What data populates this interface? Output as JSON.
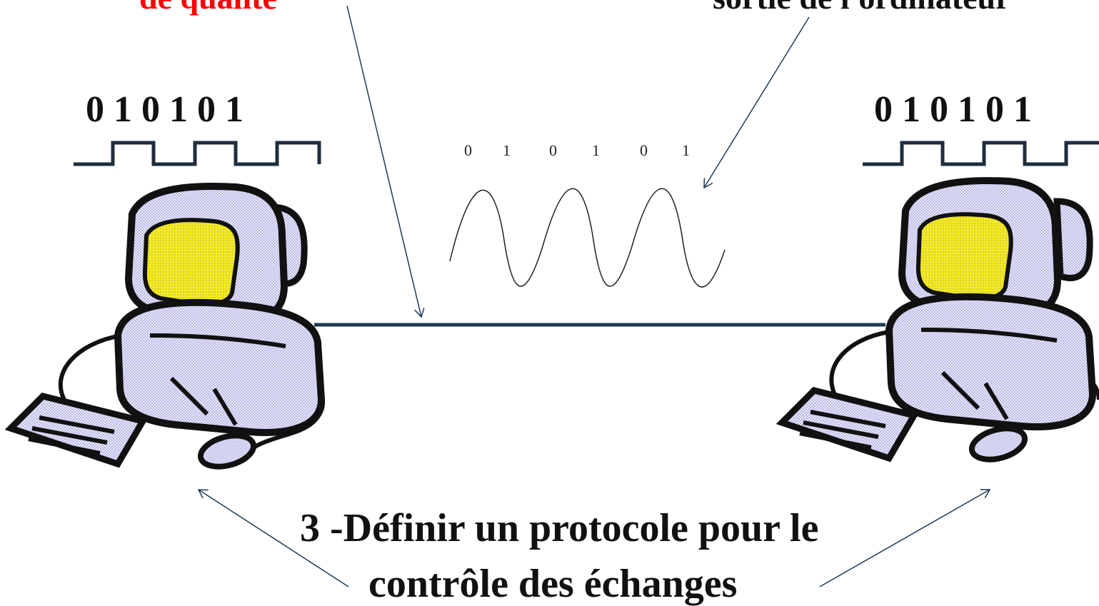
{
  "top_left_label": "de qualité",
  "top_right_label": "sortie de l'ordinateur",
  "left_bits": "0 1 0 1 0 1",
  "right_bits": "0 1 0 1 0 1",
  "wave_bits": [
    "0",
    "1",
    "0",
    "1",
    "0",
    "1"
  ],
  "bottom_caption": {
    "line1": "3 -Définir un protocole pour le",
    "line2": "contrôle des échanges"
  },
  "colors": {
    "red_text": "#ff0000",
    "line": "#1f3a55",
    "screen": "#f2e600",
    "computer_body": "#d3d3f0",
    "outline": "#111111"
  },
  "icons": [
    "computer-icon",
    "keyboard-icon",
    "mouse-icon"
  ]
}
